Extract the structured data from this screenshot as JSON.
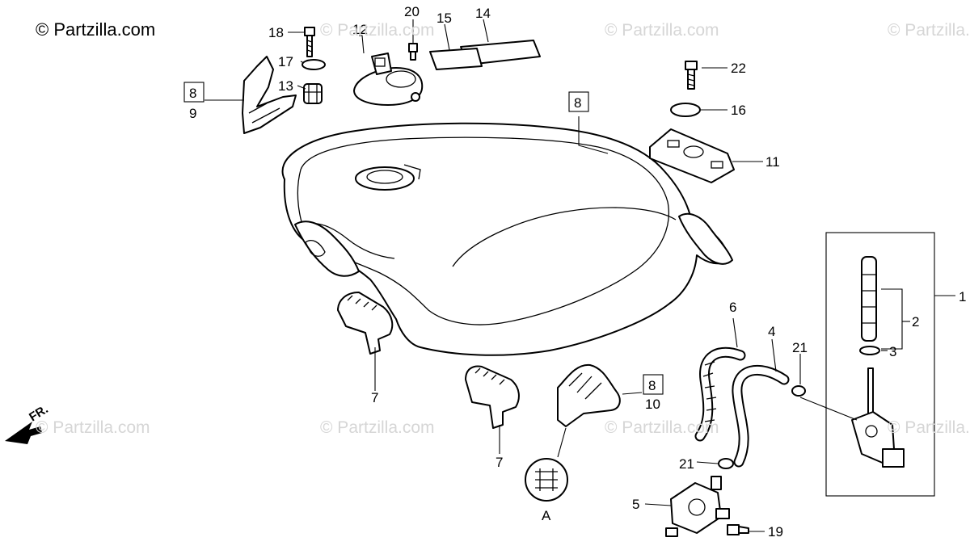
{
  "brand": "© Partzilla.com",
  "watermark": "© Partzilla.com",
  "callouts": {
    "c1": "1",
    "c2": "2",
    "c3": "3",
    "c4": "4",
    "c5": "5",
    "c6": "6",
    "c7a": "7",
    "c7b": "7",
    "c9": "9",
    "c10": "10",
    "c11": "11",
    "c12": "12",
    "c13": "13",
    "c14": "14",
    "c15": "15",
    "c16": "16",
    "c17": "17",
    "c18": "18",
    "c19": "19",
    "c20": "20",
    "c21a": "21",
    "c21b": "21",
    "c22": "22"
  },
  "ref_boxes": {
    "r8a": "8",
    "r8b": "8",
    "r8c": "8"
  },
  "detail_label": "A",
  "direction_label": "FR."
}
